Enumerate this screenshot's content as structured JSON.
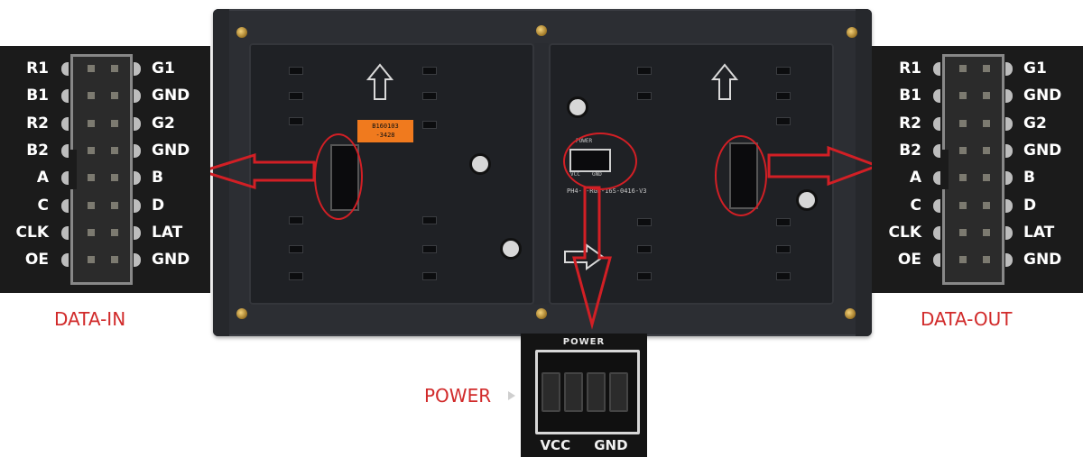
{
  "data_in": {
    "caption": "DATA-IN",
    "left_pins": [
      "R1",
      "B1",
      "R2",
      "B2",
      "A",
      "C",
      "CLK",
      "OE"
    ],
    "right_pins": [
      "G1",
      "GND",
      "G2",
      "GND",
      "B",
      "D",
      "LAT",
      "GND"
    ]
  },
  "data_out": {
    "caption": "DATA-OUT",
    "left_pins": [
      "R1",
      "B1",
      "R2",
      "B2",
      "A",
      "C",
      "CLK",
      "OE"
    ],
    "right_pins": [
      "G1",
      "GND",
      "G2",
      "GND",
      "B",
      "D",
      "LAT",
      "GND"
    ]
  },
  "power": {
    "caption": "POWER",
    "header": "POWER",
    "plus": "+",
    "minus": "−",
    "vcc": "VCC",
    "gnd": "GND"
  },
  "board": {
    "tag_line1": "B160103",
    "tag_line2": "-3428",
    "model": "PH4-    -RGB-16S-0416-V3",
    "small_power": "POWER",
    "small_vcc": "VCC",
    "small_gnd": "GND"
  },
  "colors": {
    "annotation_red": "#d21f25",
    "caption_red": "#d12a2a",
    "tag_orange": "#f07a1e",
    "card_bg": "#1b1b1b"
  }
}
